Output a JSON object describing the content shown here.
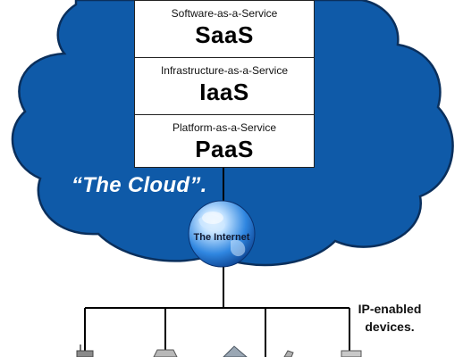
{
  "stack": {
    "layers": [
      {
        "name": "Software-as-a-Service",
        "abbr": "SaaS"
      },
      {
        "name": "Infrastructure-as-a-Service",
        "abbr": "IaaS"
      },
      {
        "name": "Platform-as-a-Service",
        "abbr": "PaaS"
      }
    ]
  },
  "cloud": {
    "title": "“The Cloud”.",
    "color": "#0f5aa8"
  },
  "internet": {
    "label": "The Internet"
  },
  "devices": {
    "label": "IP-enabled\ndevices."
  },
  "icons": [
    "globe-icon",
    "router-icon",
    "printer-icon",
    "laptop-icon",
    "computer-icon"
  ]
}
